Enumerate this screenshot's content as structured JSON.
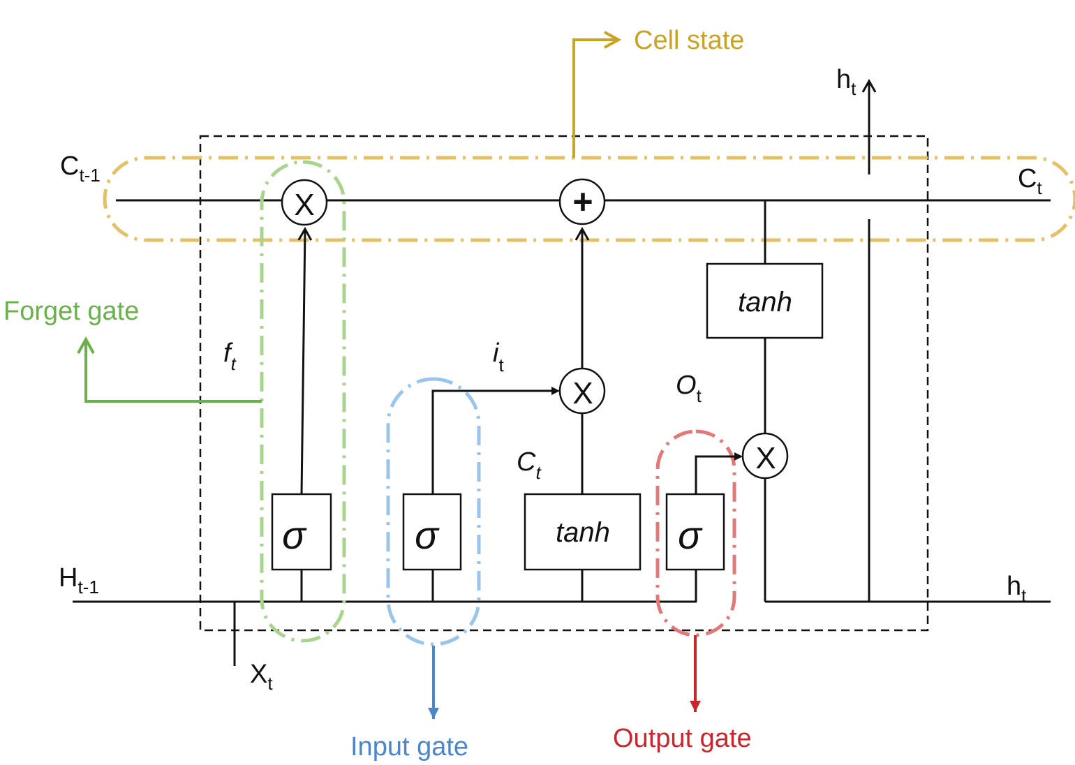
{
  "colors": {
    "line": "#111111",
    "cell": "#c9a227",
    "cell_dash": "#e2c168",
    "forget": "#6ab04c",
    "forget_dash": "#a8d58e",
    "input": "#4a86c8",
    "input_dash": "#9ac5ea",
    "output": "#c9262c",
    "output_dash": "#e07a7a"
  },
  "gate_labels": {
    "cell_state": "Cell state",
    "forget": "Forget gate",
    "input": "Input gate",
    "output": "Output gate"
  },
  "variables": {
    "c_prev": {
      "base": "C",
      "sub": "t-1"
    },
    "c_t": {
      "base": "C",
      "sub": "t"
    },
    "h_prev": {
      "base": "H",
      "sub": "t-1"
    },
    "h_t_top": {
      "base": "h",
      "sub": "t"
    },
    "h_t_right": {
      "base": "h",
      "sub": "t"
    },
    "x_t": {
      "base": "X",
      "sub": "t"
    },
    "f_t": {
      "base": "f",
      "sub": "t"
    },
    "i_t": {
      "base": "i",
      "sub": "t"
    },
    "c_tilde": {
      "base": "C",
      "sub": "t"
    },
    "o_t": {
      "base": "O",
      "sub": "t"
    }
  },
  "operators": {
    "multiply": "X",
    "add": "+"
  },
  "blocks": {
    "sigma": "σ",
    "tanh": "tanh"
  }
}
